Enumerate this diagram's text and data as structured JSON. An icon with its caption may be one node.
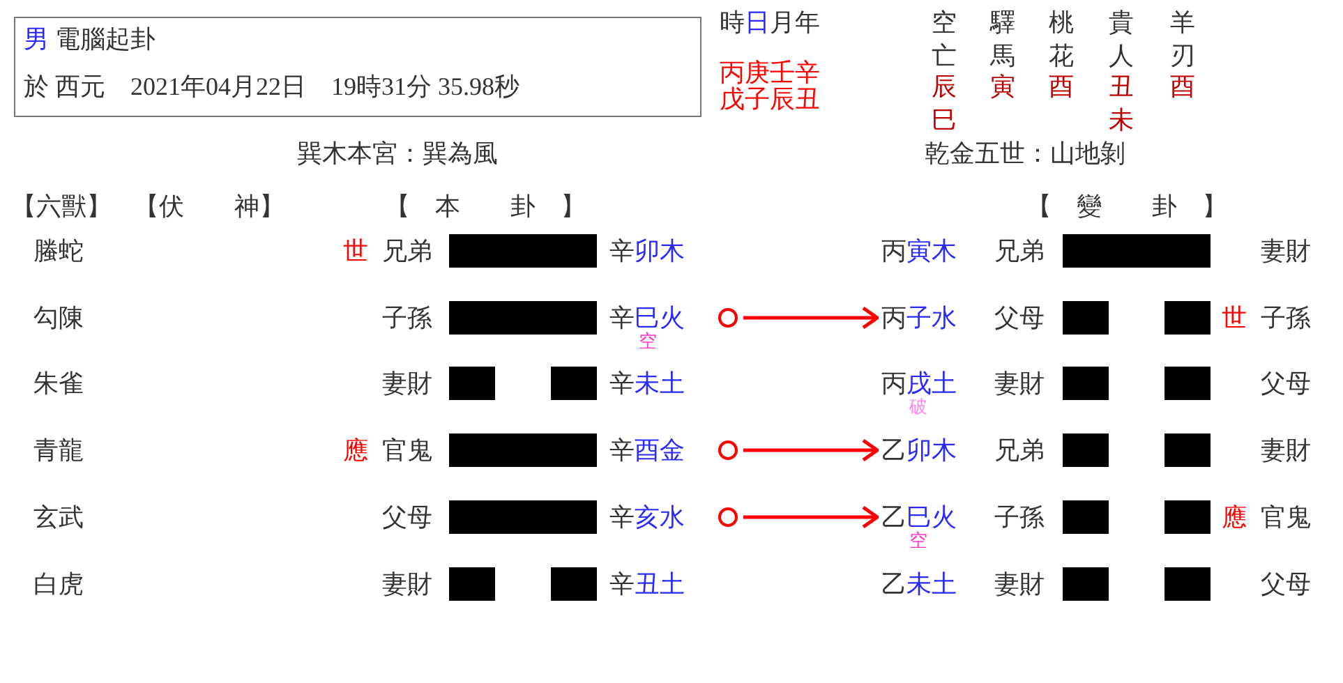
{
  "diagram": {
    "nodes": [
      {
        "text": [
          "男 電腦起卦",
          "於 西元　2021年04月22日　19時31分 35.98秒"
        ]
      },
      {
        "text": [],
        "shape": "circle"
      },
      {
        "text": [],
        "shape": "circle"
      },
      {
        "text": [],
        "shape": "circle"
      },
      {
        "text": [
          "丙子水"
        ]
      },
      {
        "text": [
          "乙卯木"
        ]
      },
      {
        "text": [
          "乙巳火"
        ]
      }
    ],
    "edges": [
      {
        "from": 1,
        "to": 4,
        "arrow": "to"
      },
      {
        "from": 2,
        "to": 5,
        "arrow": "to"
      },
      {
        "from": 3,
        "to": 6,
        "arrow": "to"
      }
    ],
    "labels": [
      "時日月年",
      "丙庚壬辛",
      "戊子辰丑",
      "空亡",
      "驛馬",
      "桃花",
      "貴人",
      "羊刃",
      "辰巳",
      "寅",
      "酉",
      "丑未",
      "酉",
      "巽木本宮：巽為風",
      "乾金五世：山地剝",
      "【六獸】",
      "【伏　　神】",
      "【　本　　卦　】",
      "【　變　　卦　】",
      "螣蛇",
      "世",
      "兄弟",
      "辛卯木",
      "丙寅木",
      "兄弟",
      "妻財",
      "勾陳",
      "子孫",
      "辛巳火",
      "空",
      "父母",
      "世",
      "子孫",
      "朱雀",
      "妻財",
      "辛未土",
      "丙戌土",
      "破",
      "妻財",
      "父母",
      "青龍",
      "應",
      "官鬼",
      "辛酉金",
      "兄弟",
      "妻財",
      "玄武",
      "父母",
      "辛亥水",
      "子孫",
      "應",
      "官鬼",
      "空",
      "白虎",
      "妻財",
      "辛丑土",
      "乙未土",
      "妻財",
      "父母"
    ]
  }
}
